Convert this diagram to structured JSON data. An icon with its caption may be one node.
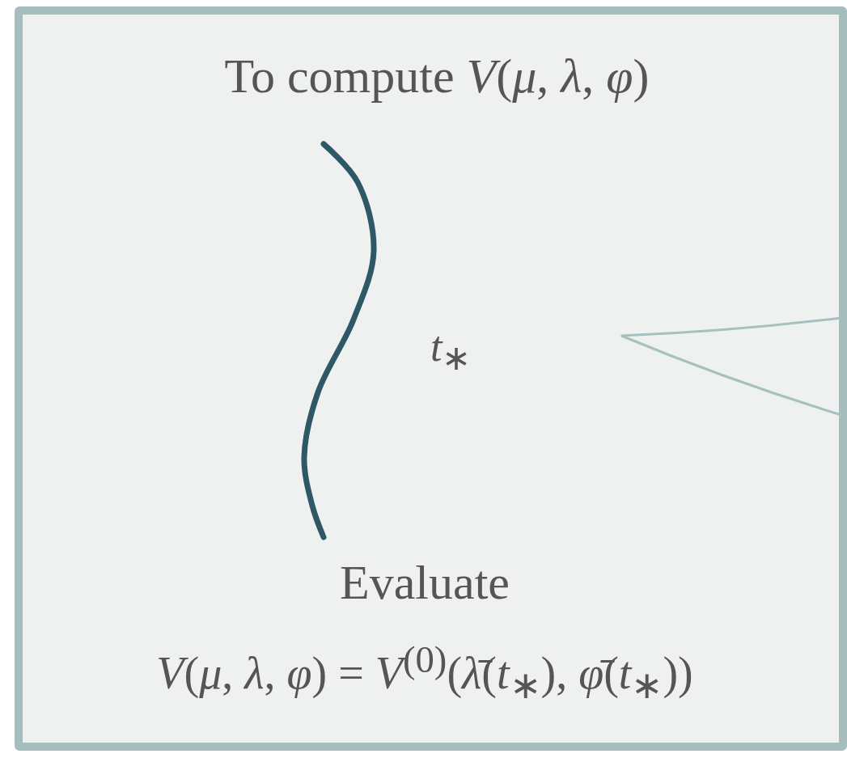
{
  "diagram": {
    "nodes": [
      {
        "text": [],
        "shape": "box"
      },
      {
        "text": [
          "To compute *V*(*μ*, *λ*, *φ*)"
        ],
        "in": 0
      },
      {
        "text": [
          "Evaluate",
          "*V*(*μ*, *λ*, *φ*) = *V*$^{(0)}$(*λ̄*(*t*$_{∗}$), *φ̄*(*t*$_{∗}$))"
        ],
        "in": 0
      }
    ],
    "edges": [
      {
        "from": 1,
        "to": 2,
        "arrow": "none",
        "label": "*t*$_{∗}$"
      }
    ]
  }
}
